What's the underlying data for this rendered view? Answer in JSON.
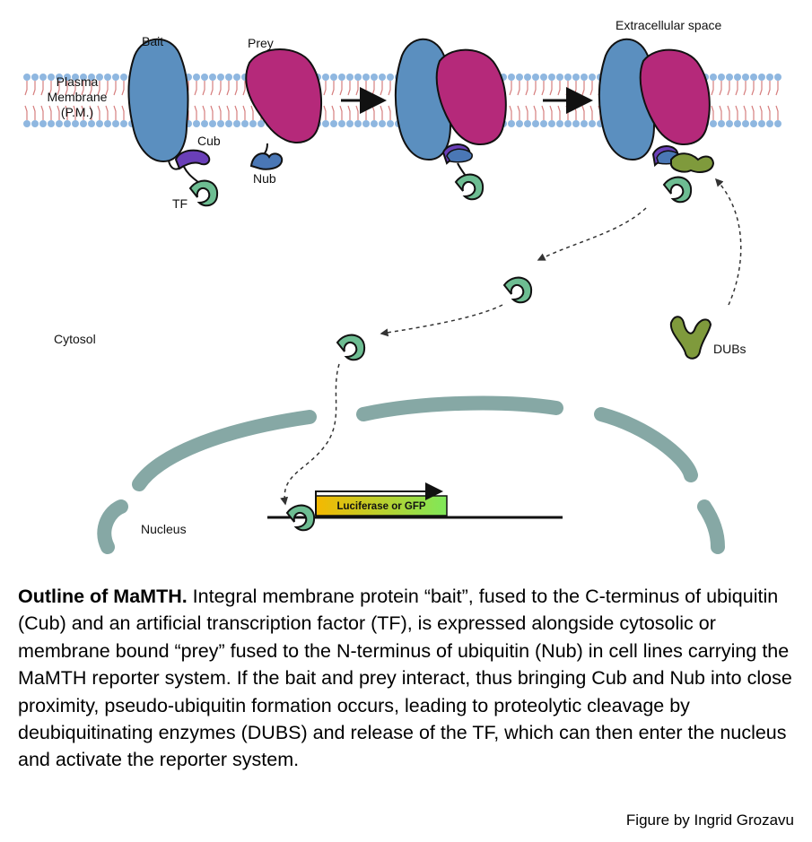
{
  "diagram": {
    "labels": {
      "bait": "Bait",
      "prey": "Prey",
      "plasma_membrane_line1": "Plasma",
      "plasma_membrane_line2": "Membrane",
      "plasma_membrane_line3": "(P.M.)",
      "cub": "Cub",
      "tf": "TF",
      "nub": "Nub",
      "extracellular_space": "Extracellular space",
      "cytosol": "Cytosol",
      "dubs": "DUBs",
      "nucleus": "Nucleus",
      "reporter_gene": "Luciferase or GFP"
    },
    "colors": {
      "bait": "#5b8fbf",
      "prey": "#b5297a",
      "cub": "#6a3fb8",
      "nub": "#4a77b5",
      "tf": "#6dbd92",
      "dubs": "#7f9a3c",
      "membrane_heads": "#8fb7e0",
      "membrane_tails": "#d67e7e",
      "nuclear_envelope": "#86a8a5",
      "reporter_gradient_start": "#f5b800",
      "reporter_gradient_end": "#7fe85a"
    }
  },
  "caption": {
    "title": "Outline of MaMTH.",
    "body": " Integral membrane protein “bait”, fused to the C-terminus of ubiquitin (Cub) and an artificial transcription factor (TF), is expressed alongside cytosolic or membrane bound “prey” fused to the N-terminus of ubiquitin (Nub) in cell lines carrying the MaMTH reporter system. If the bait and prey interact, thus bringing Cub and Nub into close proximity, pseudo-ubiquitin formation occurs, leading to proteolytic cleavage by deubiquitinating enzymes (DUBS) and release of the TF, which can then enter the nucleus and activate the reporter system."
  },
  "credit": "Figure by Ingrid Grozavu"
}
